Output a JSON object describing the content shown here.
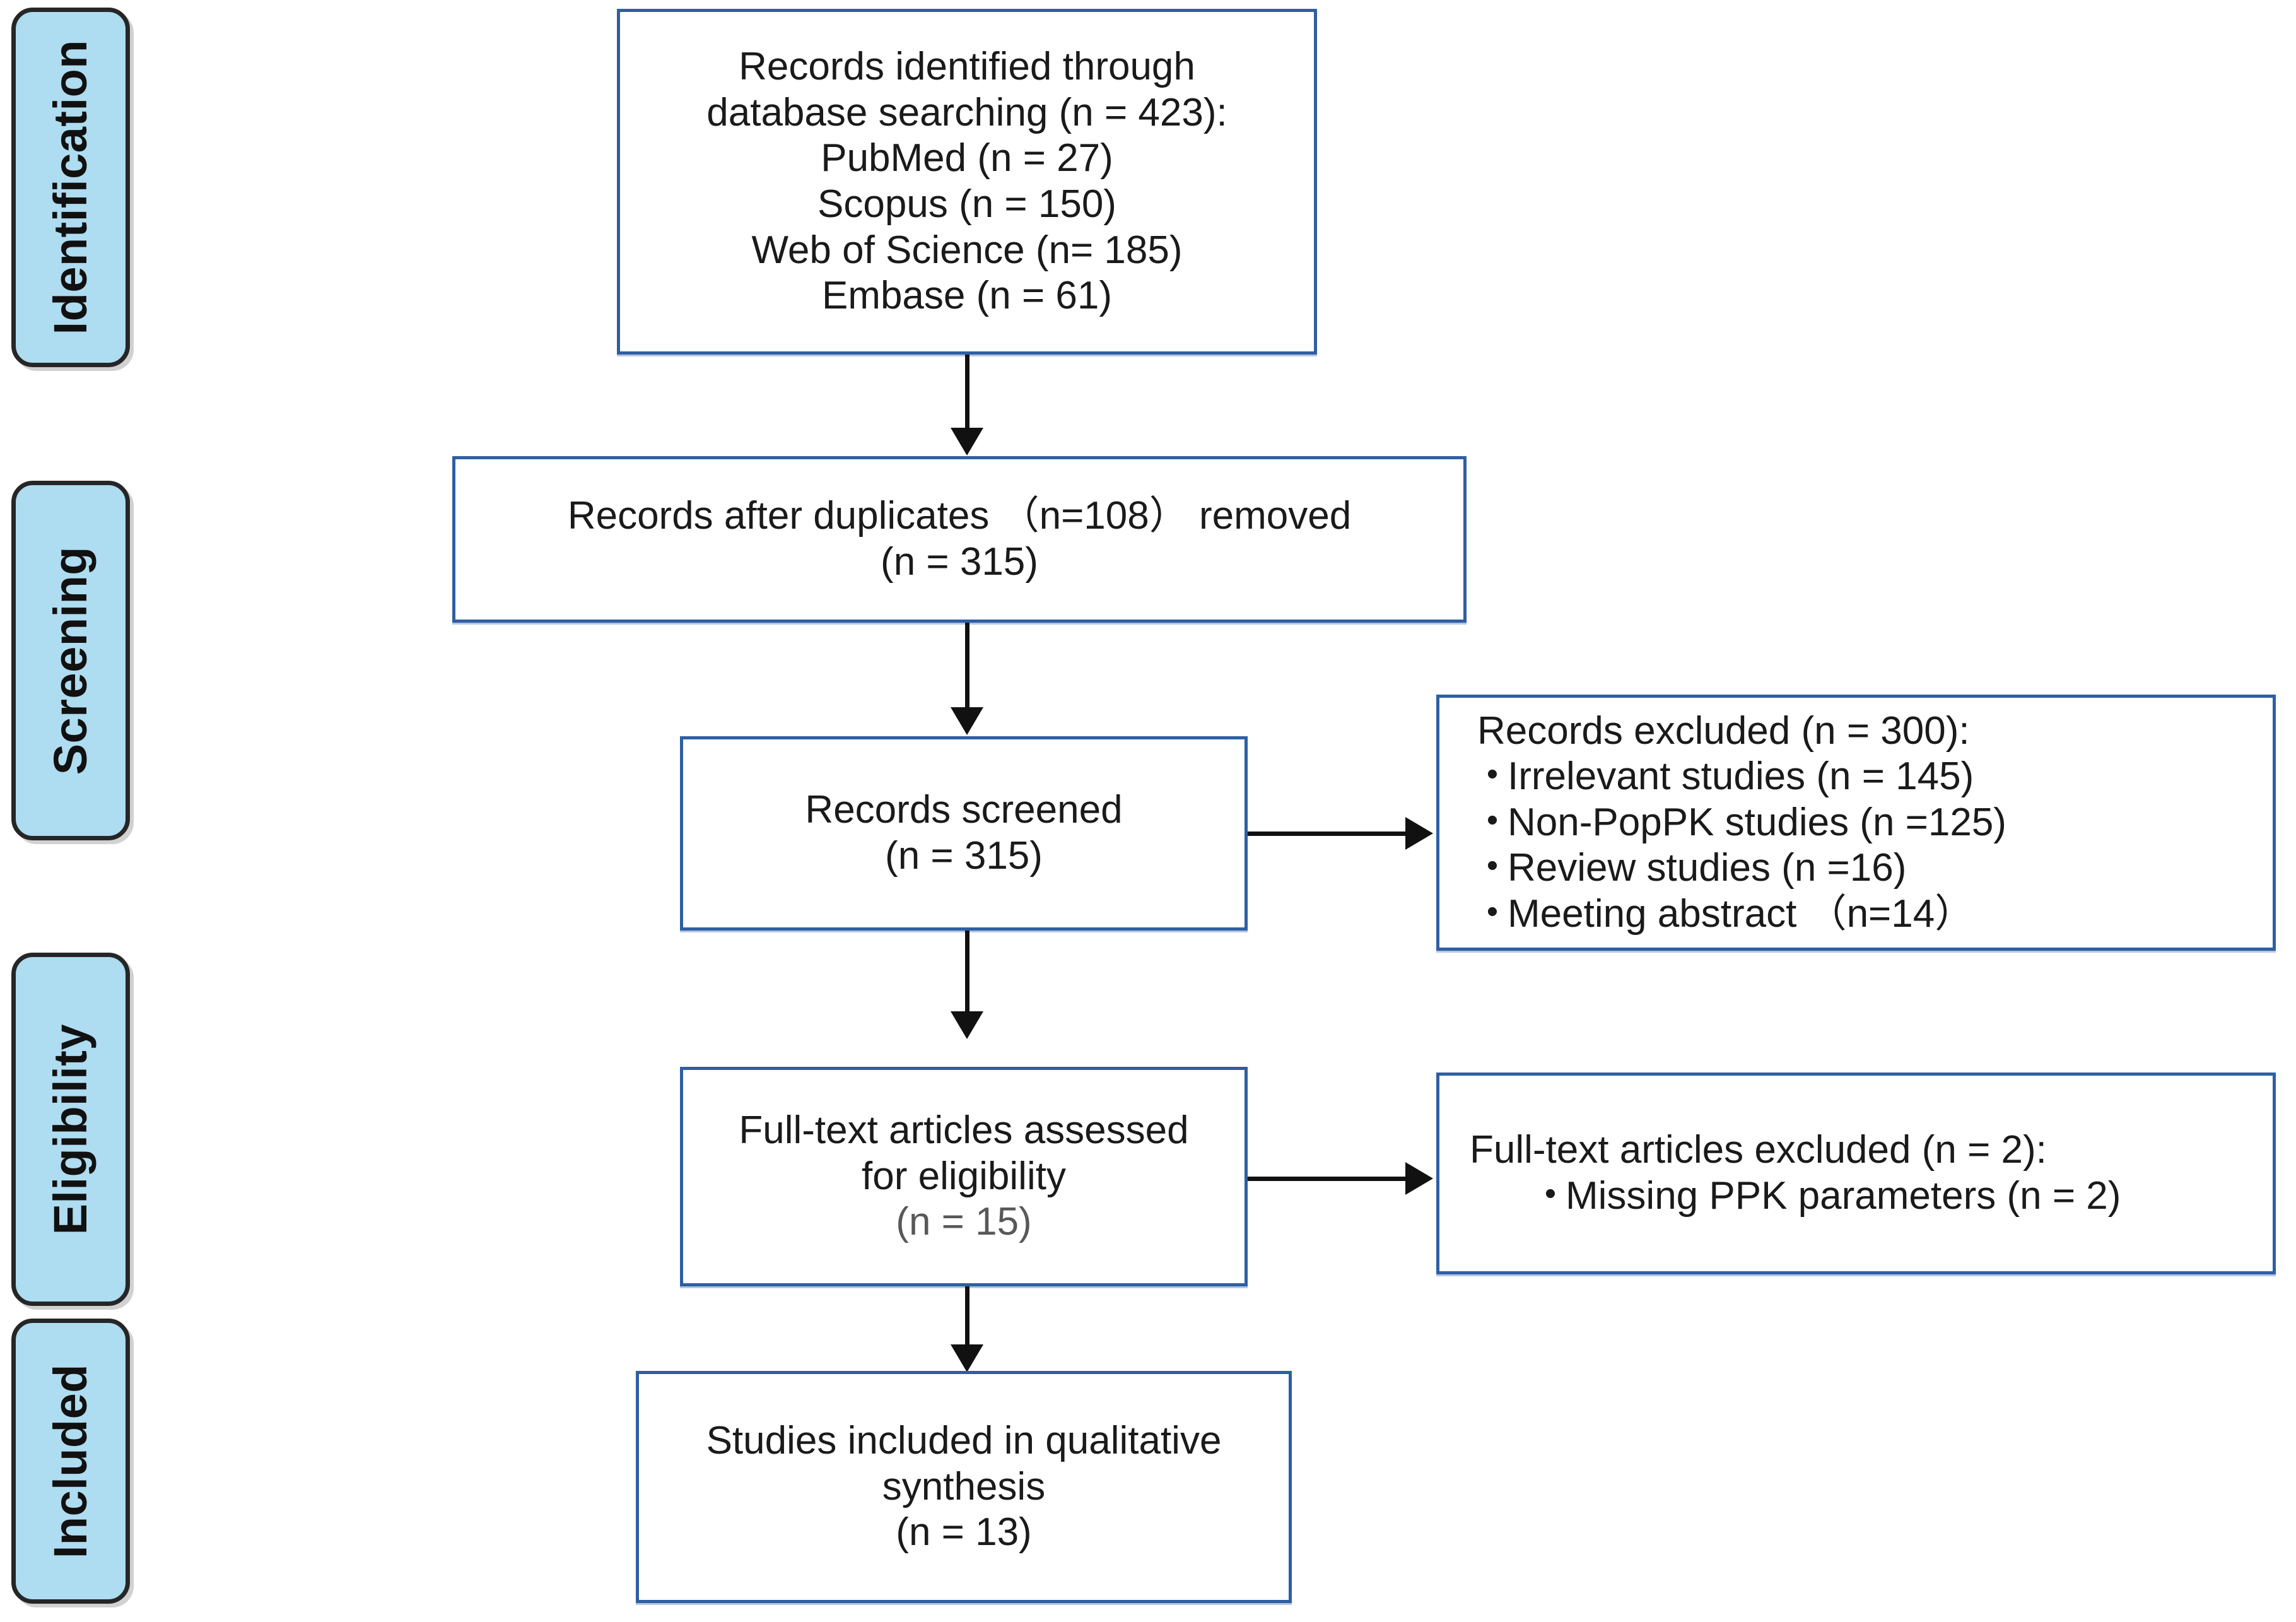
{
  "diagram": {
    "type": "PRISMA flow diagram",
    "phases": [
      {
        "id": "identification",
        "label": "Identification"
      },
      {
        "id": "screening",
        "label": "Screening"
      },
      {
        "id": "eligibility",
        "label": "Eligibility"
      },
      {
        "id": "included",
        "label": "Included"
      }
    ],
    "boxes": {
      "identified": {
        "id": "records-identified",
        "lines": [
          "Records identified through",
          "database searching (n = 423):",
          "PubMed (n = 27)",
          "Scopus (n = 150)",
          "Web of Science (n= 185)",
          "Embase (n = 61)"
        ]
      },
      "duplicates_removed": {
        "id": "records-after-duplicates",
        "lines": [
          "Records after duplicates （n=108） removed",
          "(n = 315)"
        ]
      },
      "screened": {
        "id": "records-screened",
        "lines": [
          "Records screened",
          "(n = 315)"
        ]
      },
      "records_excluded": {
        "id": "records-excluded",
        "heading": "Records excluded (n = 300):",
        "bullets": [
          "Irrelevant studies (n = 145)",
          "Non-PopPK studies (n =125)",
          "Review studies (n =16)",
          "Meeting abstract （n=14）"
        ]
      },
      "fulltext_assessed": {
        "id": "full-text-assessed",
        "lines": [
          "Full-text articles assessed",
          "for eligibility",
          "(n = 15)"
        ]
      },
      "fulltext_excluded": {
        "id": "full-text-excluded",
        "heading": "Full-text articles excluded (n = 2):",
        "bullets": [
          "Missing PPK parameters (n = 2)"
        ]
      },
      "included_studies": {
        "id": "studies-included",
        "lines": [
          "Studies included in qualitative",
          "synthesis",
          "(n = 13)"
        ]
      }
    },
    "bullet_glyph": "•",
    "colors": {
      "box_border": "#2E5FA3",
      "phase_fill": "#AEDCF0",
      "phase_border": "#262626",
      "connector": "#111111",
      "text": "#1A1A1A",
      "background": "#FFFFFF"
    }
  }
}
